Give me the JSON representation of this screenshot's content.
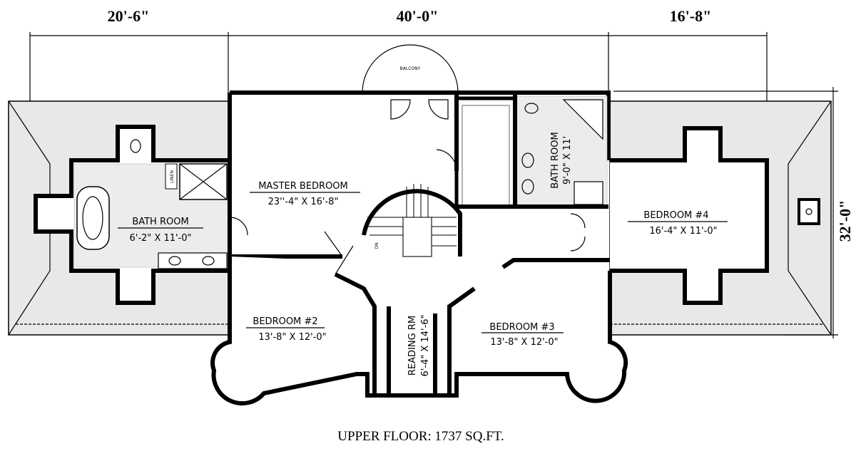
{
  "dimensions": {
    "left_width": "20'-6\"",
    "center_width": "40'-0\"",
    "right_width": "16'-8\"",
    "depth": "32'-0\""
  },
  "rooms": {
    "balcony": "BALCONY",
    "master_bedroom": {
      "name": "MASTER BEDROOM",
      "size": "23''-4\" X 16'-8\""
    },
    "bath_left": {
      "name": "BATH ROOM",
      "size": "6'-2\" X 11'-0\""
    },
    "linen": "LINEN",
    "bath_right": {
      "name": "BATH ROOM",
      "size": "9'-0\" X 11'"
    },
    "bedroom4": {
      "name": "BEDROOM #4",
      "size": "16'-4\" X 11'-0\""
    },
    "bedroom2": {
      "name": "BEDROOM #2",
      "size": "13'-8\" X 12'-0\""
    },
    "bedroom3": {
      "name": "BEDROOM #3",
      "size": "13'-8\" X 12'-0\""
    },
    "reading": {
      "name": "READING RM",
      "size": "6'-4\" X 14'-6\""
    },
    "stair_dn": "DN"
  },
  "title": "UPPER FLOOR: 1737 SQ.FT."
}
